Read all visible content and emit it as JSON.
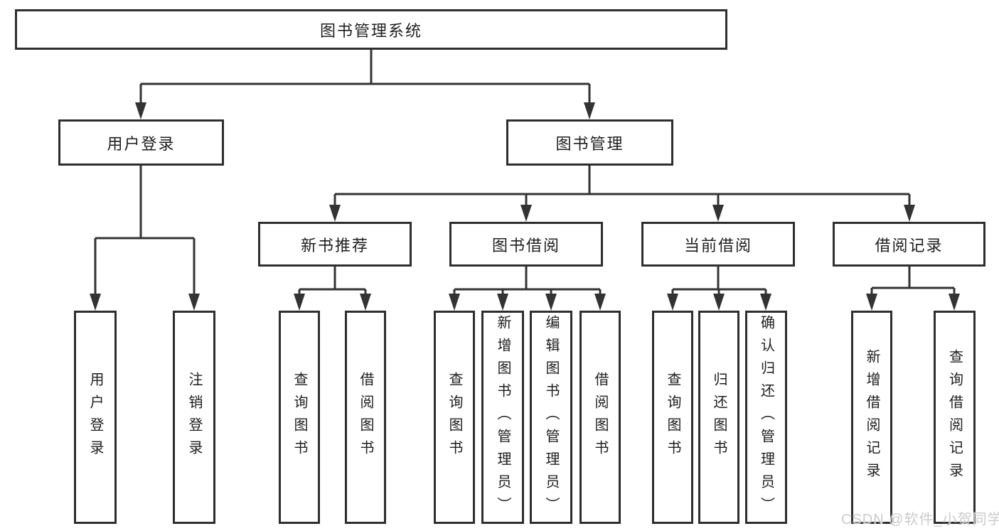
{
  "diagram": {
    "tree": {
      "root": {
        "label": "图书管理系统",
        "children": [
          {
            "label": "用户登录",
            "children": [
              {
                "label": "用户登录"
              },
              {
                "label": "注销登录"
              }
            ]
          },
          {
            "label": "图书管理",
            "children": [
              {
                "label": "新书推荐",
                "children": [
                  {
                    "label": "查询图书"
                  },
                  {
                    "label": "借阅图书"
                  }
                ]
              },
              {
                "label": "图书借阅",
                "children": [
                  {
                    "label": "查询图书"
                  },
                  {
                    "label": "新增图书（管理员）"
                  },
                  {
                    "label": "编辑图书（管理员）"
                  },
                  {
                    "label": "借阅图书"
                  }
                ]
              },
              {
                "label": "当前借阅",
                "children": [
                  {
                    "label": "查询图书"
                  },
                  {
                    "label": "归还图书"
                  },
                  {
                    "label": "确认归还（管理员）"
                  }
                ]
              },
              {
                "label": "借阅记录",
                "children": [
                  {
                    "label": "新增借阅记录"
                  },
                  {
                    "label": "查询借阅记录"
                  }
                ]
              }
            ]
          }
        ]
      }
    },
    "colors": {
      "line": "#333333",
      "box_border": "#2e2e2e",
      "text": "#1e1e1e",
      "background": "#ffffff",
      "watermark": "#cbcbcb"
    },
    "watermark": "CSDN @软件_小贺同学"
  }
}
